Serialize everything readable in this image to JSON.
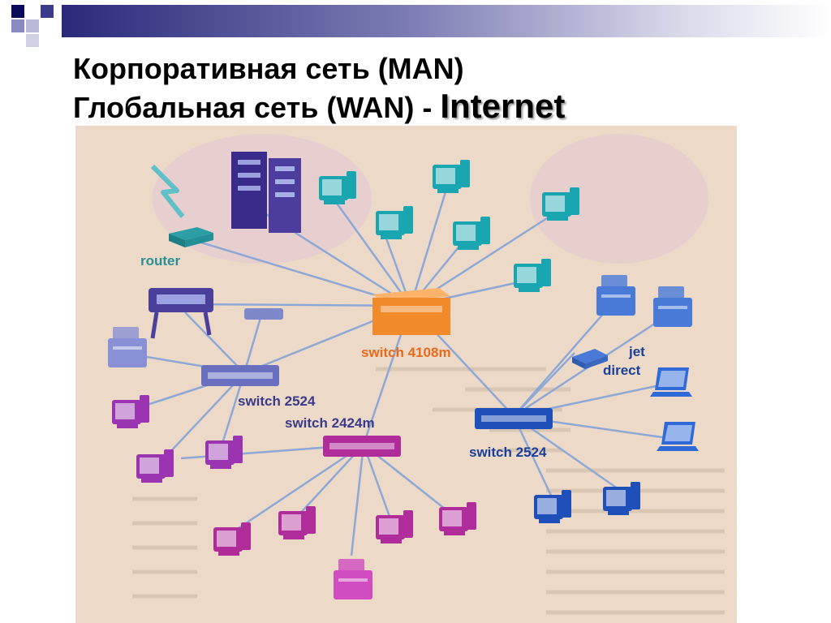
{
  "slide": {
    "title_line1": "Корпоративная сеть (MAN)",
    "title_line2_prefix": "Глобальная сеть (WAN) - ",
    "title_line2_emphasis": "Internet"
  },
  "diagram": {
    "labels": {
      "router": "router",
      "switch_core": "switch 4108m",
      "switch_left": "switch 2524",
      "switch_mid": "switch 2424m",
      "switch_right": "switch 2524",
      "jet_direct_1": "jet",
      "jet_direct_2": "direct"
    },
    "colors": {
      "core": "#f08a2a",
      "left": "#6a70c0",
      "mid": "#b02c9a",
      "right": "#1f4fb8",
      "top": "#1aa6b0",
      "line": "#8ea8d6"
    }
  }
}
